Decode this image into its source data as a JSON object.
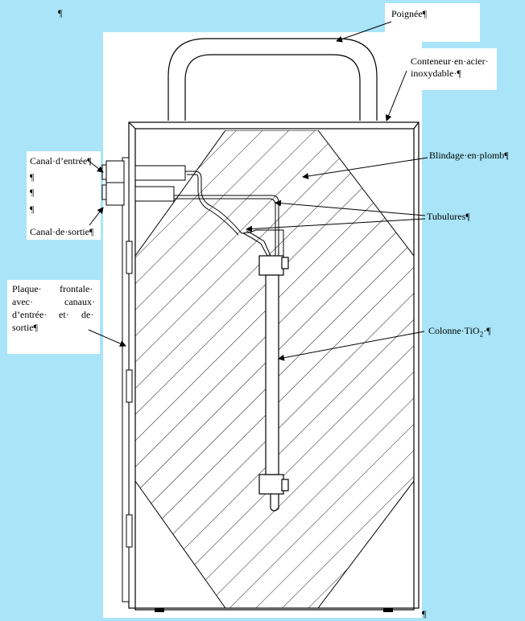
{
  "labels": {
    "poignee": "Poignée¶",
    "conteneur_line1": "Conteneur·en·acier·",
    "conteneur_line2": "inoxydable·¶",
    "blindage": "Blindage·en·plomb¶",
    "canal_entree": "Canal·d’entrée¶",
    "canal_sortie": "Canal·de·sortie¶",
    "tubulures": "Tubulures¶",
    "plaque_line1_a": "Plaque·",
    "plaque_line1_b": "frontale·",
    "plaque_line2_a": "avec·",
    "plaque_line2_b": "canaux·",
    "plaque_line3_a": "d’entrée·",
    "plaque_line3_b": "et·",
    "plaque_line3_c": "de·",
    "plaque_line4": "sortie¶",
    "colonne_prefix": "Colonne·TiO",
    "colonne_sub": "2",
    "colonne_suffix": "·¶"
  },
  "pilcrows": {
    "top": "¶",
    "p1": "¶",
    "p2": "¶",
    "p3": "¶",
    "bottom": "¶"
  }
}
